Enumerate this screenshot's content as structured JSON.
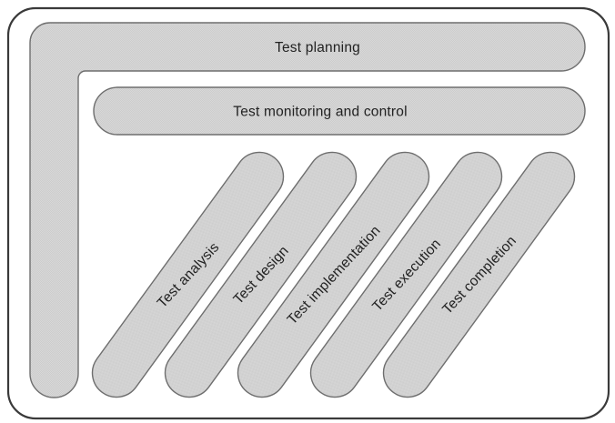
{
  "figure": {
    "planning_label": "Test planning",
    "monitoring_label": "Test monitoring and control",
    "activities": [
      {
        "label": "Test analysis"
      },
      {
        "label": "Test design"
      },
      {
        "label": "Test implementation"
      },
      {
        "label": "Test execution"
      },
      {
        "label": "Test completion"
      }
    ]
  },
  "colors": {
    "background": "#ffffff",
    "frame_stroke": "#3a3a3a",
    "bar_fill_light": "#d8d8d8",
    "bar_fill_dark": "#cccccc",
    "bar_stroke": "#6e6e6e",
    "text": "#222222"
  }
}
